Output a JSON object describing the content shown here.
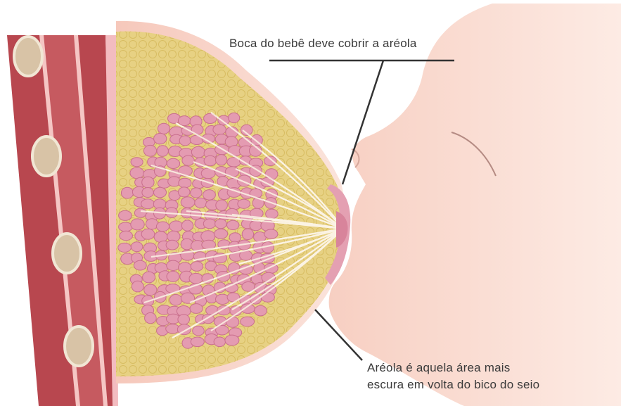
{
  "labels": {
    "mouth_covers_areola": "Boca do bebê deve cobrir a aréola",
    "areola_definition_line1": "Aréola é aquela área mais",
    "areola_definition_line2": "escura em volta do bico do seio"
  },
  "colors": {
    "muscle": "#b8474f",
    "fat": "#e6cf7c",
    "lobule": "#e49bb1",
    "duct": "#fbf3e4",
    "skin": "#f8d3c8",
    "areola": "#e4a0b2",
    "leader_line": "#333333"
  }
}
